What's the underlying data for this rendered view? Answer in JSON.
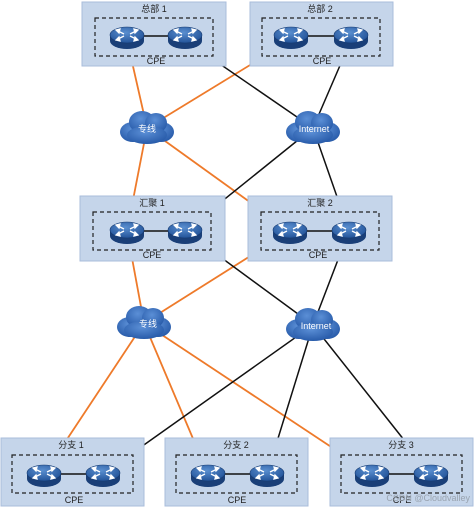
{
  "colors": {
    "site_fill": "#c5d5ea",
    "router": "#2e66b0",
    "dedicated_line": "#ee7a2a",
    "internet_line": "#111111"
  },
  "hq": [
    {
      "title": "总部 1",
      "cpe": "CPE"
    },
    {
      "title": "总部 2",
      "cpe": "CPE"
    }
  ],
  "agg": [
    {
      "title": "汇聚 1",
      "cpe": "CPE"
    },
    {
      "title": "汇聚 2",
      "cpe": "CPE"
    }
  ],
  "branch": [
    {
      "title": "分支 1",
      "cpe": "CPE"
    },
    {
      "title": "分支 2",
      "cpe": "CPE"
    },
    {
      "title": "分支 3",
      "cpe": "CPE"
    }
  ],
  "clouds": {
    "dedicated_top": "专线",
    "internet_top": "Internet",
    "dedicated_bottom": "专线",
    "internet_bottom": "Internet"
  },
  "watermark": "CSDN @Cloudvalley"
}
